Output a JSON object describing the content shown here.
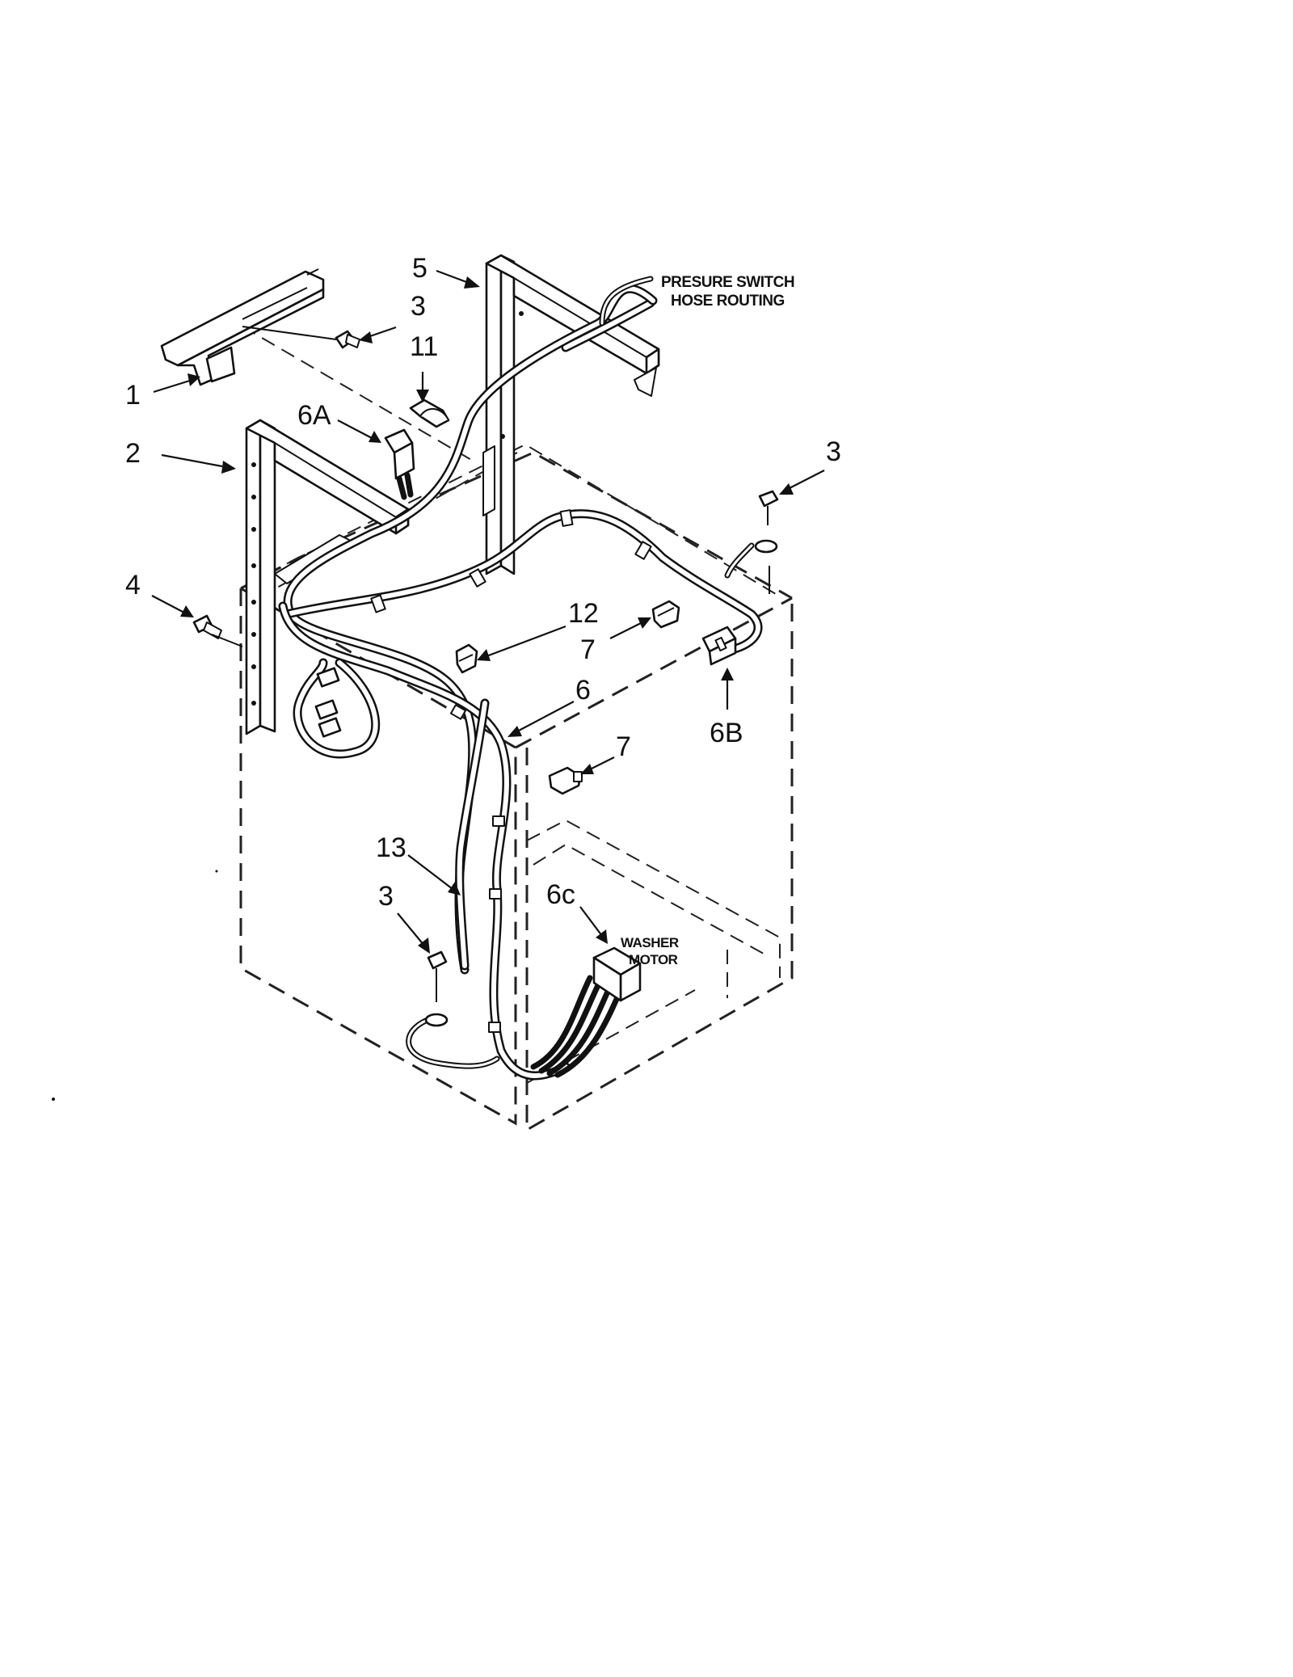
{
  "callouts": {
    "c1": "1",
    "c2": "2",
    "c3_top": "3",
    "c3_right": "3",
    "c3_bottom": "3",
    "c4": "4",
    "c5": "5",
    "c6": "6",
    "c6a": "6A",
    "c6b": "6B",
    "c6c": "6c",
    "c7_upper": "7",
    "c7_lower": "7",
    "c11": "11",
    "c12": "12",
    "c13": "13"
  },
  "notes": {
    "pressure_switch_line1": "PRESURE SWITCH",
    "pressure_switch_line2": "HOSE ROUTING",
    "washer_motor_line1": "WASHER",
    "washer_motor_line2": "MOTOR"
  },
  "colors": {
    "ink": "#111111",
    "paper": "#ffffff"
  }
}
